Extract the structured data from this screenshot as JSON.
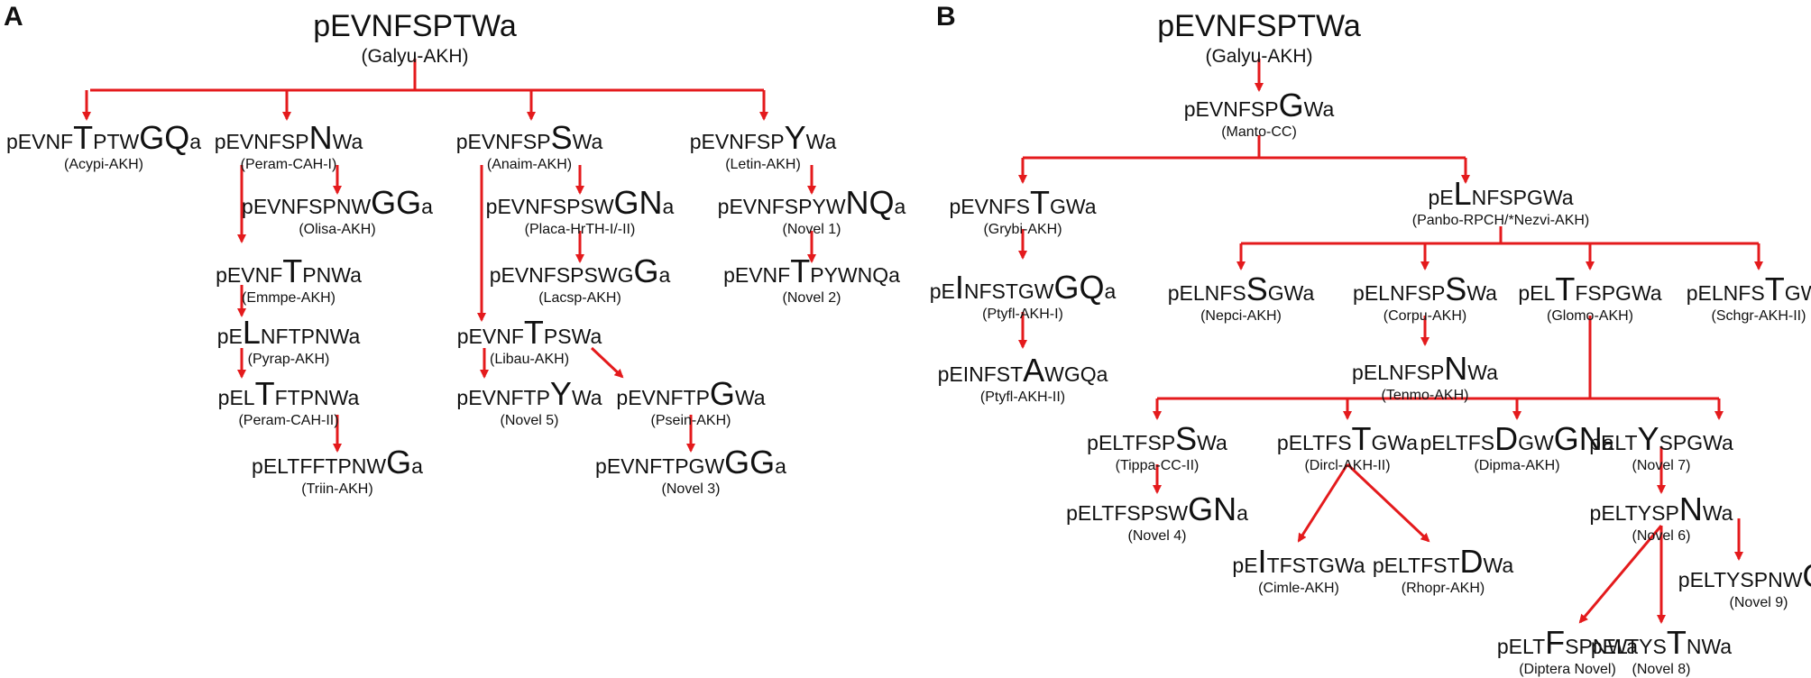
{
  "colors": {
    "edge": "#e41a1c",
    "text": "#111111"
  },
  "panels": [
    {
      "label": "A",
      "nodes": [
        {
          "id": "a_root",
          "root": true,
          "segs": [
            [
              "pEVNFSPTWa",
              0
            ]
          ],
          "name": "(Galyu-AKH)"
        },
        {
          "id": "a1",
          "segs": [
            [
              "pEVNF",
              0
            ],
            [
              "T",
              1
            ],
            [
              "PTW",
              0
            ],
            [
              "GQ",
              1
            ],
            [
              "a",
              0
            ]
          ],
          "name": "(Acypi-AKH)"
        },
        {
          "id": "a2",
          "segs": [
            [
              "pEVNFSP",
              0
            ],
            [
              "N",
              1
            ],
            [
              "Wa",
              0
            ]
          ],
          "name": "(Peram-CAH-I)"
        },
        {
          "id": "a2a",
          "segs": [
            [
              "pEVNFSPNW",
              0
            ],
            [
              "GG",
              1
            ],
            [
              "a",
              0
            ]
          ],
          "name": "(Olisa-AKH)"
        },
        {
          "id": "a2b",
          "segs": [
            [
              "pEVNF",
              0
            ],
            [
              "T",
              1
            ],
            [
              "PNWa",
              0
            ]
          ],
          "name": "(Emmpe-AKH)"
        },
        {
          "id": "a2c",
          "segs": [
            [
              "pE",
              0
            ],
            [
              "L",
              1
            ],
            [
              "NFTPNWa",
              0
            ]
          ],
          "name": "(Pyrap-AKH)"
        },
        {
          "id": "a2d",
          "segs": [
            [
              "pEL",
              0
            ],
            [
              "T",
              1
            ],
            [
              "FTPNWa",
              0
            ]
          ],
          "name": "(Peram-CAH-II)"
        },
        {
          "id": "a2e",
          "segs": [
            [
              "pELTFFTPNW",
              0
            ],
            [
              "G",
              1
            ],
            [
              "a",
              0
            ]
          ],
          "name": "(Triin-AKH)"
        },
        {
          "id": "a3",
          "segs": [
            [
              "pEVNFSP",
              0
            ],
            [
              "S",
              1
            ],
            [
              "Wa",
              0
            ]
          ],
          "name": "(Anaim-AKH)"
        },
        {
          "id": "a3a",
          "segs": [
            [
              "pEVNFSPSW",
              0
            ],
            [
              "GN",
              1
            ],
            [
              "a",
              0
            ]
          ],
          "name": "(Placa-HrTH-I/-II)"
        },
        {
          "id": "a3b",
          "segs": [
            [
              "pEVNFSPSWG",
              0
            ],
            [
              "G",
              1
            ],
            [
              "a",
              0
            ]
          ],
          "name": "(Lacsp-AKH)"
        },
        {
          "id": "a3c",
          "segs": [
            [
              "pEVNF",
              0
            ],
            [
              "T",
              1
            ],
            [
              "PSWa",
              0
            ]
          ],
          "name": "(Libau-AKH)"
        },
        {
          "id": "a3d",
          "segs": [
            [
              "pEVNFTP",
              0
            ],
            [
              "Y",
              1
            ],
            [
              "Wa",
              0
            ]
          ],
          "name": "(Novel 5)"
        },
        {
          "id": "a3e",
          "segs": [
            [
              "pEVNFTP",
              0
            ],
            [
              "G",
              1
            ],
            [
              "Wa",
              0
            ]
          ],
          "name": "(Psein-AKH)"
        },
        {
          "id": "a3f",
          "segs": [
            [
              "pEVNFTPGW",
              0
            ],
            [
              "GG",
              1
            ],
            [
              "a",
              0
            ]
          ],
          "name": "(Novel 3)"
        },
        {
          "id": "a4",
          "segs": [
            [
              "pEVNFSP",
              0
            ],
            [
              "Y",
              1
            ],
            [
              "Wa",
              0
            ]
          ],
          "name": "(Letin-AKH)"
        },
        {
          "id": "a4a",
          "segs": [
            [
              "pEVNFSPYW",
              0
            ],
            [
              "NQ",
              1
            ],
            [
              "a",
              0
            ]
          ],
          "name": "(Novel 1)"
        },
        {
          "id": "a4b",
          "segs": [
            [
              "pEVNF",
              0
            ],
            [
              "T",
              1
            ],
            [
              "PYWNQa",
              0
            ]
          ],
          "name": "(Novel 2)"
        }
      ]
    },
    {
      "label": "B",
      "nodes": [
        {
          "id": "b_root",
          "root": true,
          "segs": [
            [
              "pEVNFSPTWa",
              0
            ]
          ],
          "name": "(Galyu-AKH)"
        },
        {
          "id": "b_m",
          "segs": [
            [
              "pEVNFSP",
              0
            ],
            [
              "G",
              1
            ],
            [
              "Wa",
              0
            ]
          ],
          "name": "(Manto-CC)"
        },
        {
          "id": "b1",
          "segs": [
            [
              "pEVNFS",
              0
            ],
            [
              "T",
              1
            ],
            [
              "GWa",
              0
            ]
          ],
          "name": "(Grybi-AKH)"
        },
        {
          "id": "b1a",
          "segs": [
            [
              "pE",
              0
            ],
            [
              "I",
              1
            ],
            [
              "NFSTGW",
              0
            ],
            [
              "GQ",
              1
            ],
            [
              "a",
              0
            ]
          ],
          "name": "(Ptyfl-AKH-I)"
        },
        {
          "id": "b1b",
          "segs": [
            [
              "pEINFST",
              0
            ],
            [
              "A",
              1
            ],
            [
              "WGQa",
              0
            ]
          ],
          "name": "(Ptyfl-AKH-II)"
        },
        {
          "id": "b2",
          "segs": [
            [
              "pE",
              0
            ],
            [
              "L",
              1
            ],
            [
              "NFSPGWa",
              0
            ]
          ],
          "name": "(Panbo-RPCH/*Nezvi-AKH)"
        },
        {
          "id": "b2a",
          "segs": [
            [
              "pELNFS",
              0
            ],
            [
              "S",
              1
            ],
            [
              "GWa",
              0
            ]
          ],
          "name": "(Nepci-AKH)"
        },
        {
          "id": "b2b",
          "segs": [
            [
              "pELNFSP",
              0
            ],
            [
              "S",
              1
            ],
            [
              "Wa",
              0
            ]
          ],
          "name": "(Corpu-AKH)"
        },
        {
          "id": "b2b1",
          "segs": [
            [
              "pELNFSP",
              0
            ],
            [
              "N",
              1
            ],
            [
              "Wa",
              0
            ]
          ],
          "name": "(Tenmo-AKH)"
        },
        {
          "id": "b2c",
          "segs": [
            [
              "pEL",
              0
            ],
            [
              "T",
              1
            ],
            [
              "FSPGWa",
              0
            ]
          ],
          "name": "(Glomo-AKH)"
        },
        {
          "id": "b2d",
          "segs": [
            [
              "pELNFS",
              0
            ],
            [
              "T",
              1
            ],
            [
              "GWa",
              0
            ]
          ],
          "name": "(Schgr-AKH-II)"
        },
        {
          "id": "b3a",
          "segs": [
            [
              "pELTFSP",
              0
            ],
            [
              "S",
              1
            ],
            [
              "Wa",
              0
            ]
          ],
          "name": "(Tippa-CC-II)"
        },
        {
          "id": "b3a1",
          "segs": [
            [
              "pELTFSPSW",
              0
            ],
            [
              "GN",
              1
            ],
            [
              "a",
              0
            ]
          ],
          "name": "(Novel 4)"
        },
        {
          "id": "b3b",
          "segs": [
            [
              "pELTFS",
              0
            ],
            [
              "T",
              1
            ],
            [
              "GWa",
              0
            ]
          ],
          "name": "(Dircl-AKH-II)"
        },
        {
          "id": "b3b1",
          "segs": [
            [
              "pE",
              0
            ],
            [
              "I",
              1
            ],
            [
              "TFSTGWa",
              0
            ]
          ],
          "name": "(Cimle-AKH)"
        },
        {
          "id": "b3b2",
          "segs": [
            [
              "pELTFST",
              0
            ],
            [
              "D",
              1
            ],
            [
              "Wa",
              0
            ]
          ],
          "name": "(Rhopr-AKH)"
        },
        {
          "id": "b3c",
          "segs": [
            [
              "pELTFS",
              0
            ],
            [
              "D",
              1
            ],
            [
              "GW",
              0
            ],
            [
              "GN",
              1
            ],
            [
              "a",
              0
            ]
          ],
          "name": "(Dipma-AKH)"
        },
        {
          "id": "b3d",
          "segs": [
            [
              "pELT",
              0
            ],
            [
              "Y",
              1
            ],
            [
              "SPGWa",
              0
            ]
          ],
          "name": "(Novel 7)"
        },
        {
          "id": "b3d1",
          "segs": [
            [
              "pELTYSP",
              0
            ],
            [
              "N",
              1
            ],
            [
              "Wa",
              0
            ]
          ],
          "name": "(Novel 6)"
        },
        {
          "id": "b3d2",
          "segs": [
            [
              "pELTYSPNW",
              0
            ],
            [
              "G",
              1
            ],
            [
              "a",
              0
            ]
          ],
          "name": "(Novel 9)"
        },
        {
          "id": "b3d3",
          "segs": [
            [
              "pELT",
              0
            ],
            [
              "F",
              1
            ],
            [
              "SPNWa",
              0
            ]
          ],
          "name": "(Diptera Novel)"
        },
        {
          "id": "b3d4",
          "segs": [
            [
              "pELTYS",
              0
            ],
            [
              "T",
              1
            ],
            [
              "NWa",
              0
            ]
          ],
          "name": "(Novel 8)"
        }
      ]
    }
  ]
}
